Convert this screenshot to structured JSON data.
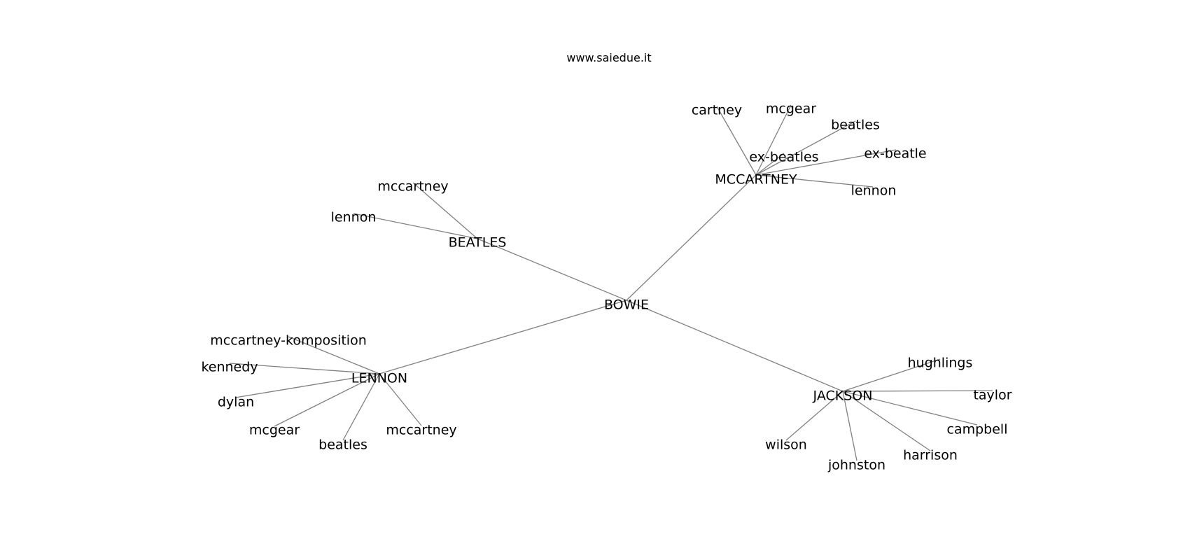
{
  "watermark": "www.saiedue.it",
  "graph": {
    "center": {
      "id": "bowie",
      "label": "BOWIE"
    },
    "hubs": [
      {
        "id": "mccartney",
        "label": "MCCARTNEY",
        "leaves": [
          "cartney",
          "mcgear",
          "beatles",
          "ex-beatles",
          "ex-beatle",
          "lennon"
        ]
      },
      {
        "id": "beatles",
        "label": "BEATLES",
        "leaves": [
          "mccartney",
          "lennon"
        ]
      },
      {
        "id": "lennon",
        "label": "LENNON",
        "leaves": [
          "mccartney-komposition",
          "kennedy",
          "dylan",
          "mcgear",
          "beatles",
          "mccartney"
        ]
      },
      {
        "id": "jackson",
        "label": "JACKSON",
        "leaves": [
          "hughlings",
          "taylor",
          "campbell",
          "harrison",
          "johnston",
          "wilson"
        ]
      }
    ]
  },
  "colors": {
    "edge": "#808080",
    "text": "#000000",
    "background": "#ffffff"
  }
}
